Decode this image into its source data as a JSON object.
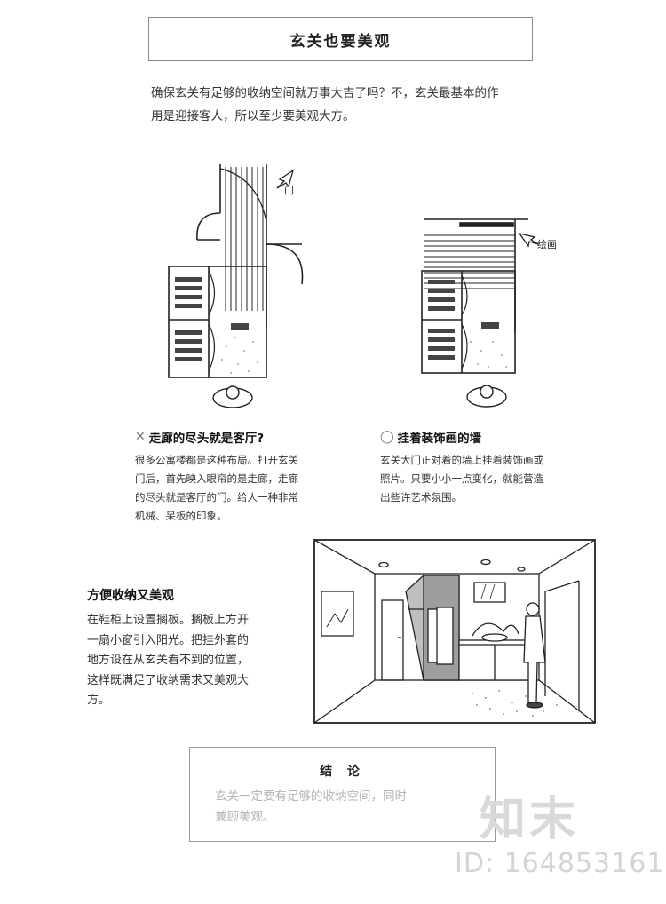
{
  "header": {
    "title": "玄关也要美观"
  },
  "intro": {
    "line1": "确保玄关有足够的收纳空间就万事大吉了吗？不，玄关最基本的作",
    "line2": "用是迎接客人，所以至少要美观大方。"
  },
  "plan_left": {
    "label": "门",
    "mark": "✕",
    "title": "走廊的尽头就是客厅?",
    "lines": [
      "很多公寓楼都是这种布局。打开玄关",
      "门后，首先映入眼帘的是走廊，走廊",
      "的尽头就是客厅的门。给人一种非常",
      "机械、呆板的印象。"
    ]
  },
  "plan_right": {
    "label": "绘画",
    "mark": "◯",
    "title": "挂着装饰画的墙",
    "lines": [
      "玄关大门正对着的墙上挂着装饰画或",
      "照片。只要小小一点变化，就能营造",
      "出些许艺术氛围。"
    ]
  },
  "storage": {
    "title": "方便收纳又美观",
    "lines": [
      "在鞋柜上设置搁板。搁板上方开",
      "一扇小窗引入阳光。把挂外套的",
      "地方设在从玄关看不到的位置，",
      "这样既满足了收纳需求又美观大",
      "方。"
    ]
  },
  "conclusion": {
    "title": "结 论",
    "lines": [
      "玄关一定要有足够的收纳空间，同时",
      "兼顾美观。"
    ]
  },
  "watermark": {
    "brand": "知末",
    "id": "ID: 164853161"
  }
}
